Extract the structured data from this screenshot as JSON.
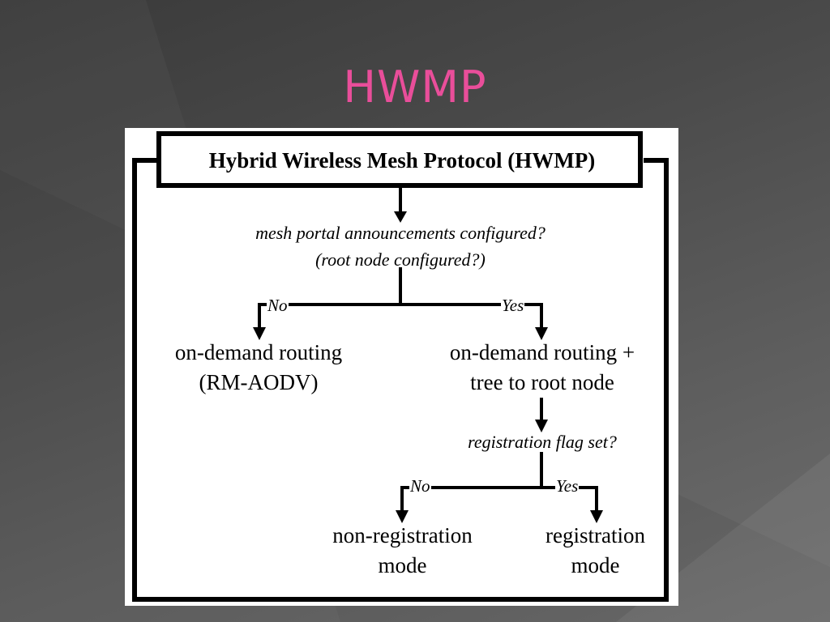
{
  "slide": {
    "title": "HWMP",
    "title_color": "#e94e9a"
  },
  "diagram": {
    "header": "Hybrid Wireless Mesh Protocol (HWMP)",
    "question_1": {
      "line1": "mesh portal announcements configured?",
      "line2": "(root node configured?)"
    },
    "branch_no_1": "No",
    "branch_yes_1": "Yes",
    "result_no_1": {
      "line1": "on-demand routing",
      "line2": "(RM-AODV)"
    },
    "result_yes_1": {
      "line1": "on-demand routing +",
      "line2": "tree to root node"
    },
    "question_2": "registration flag set?",
    "branch_no_2": "No",
    "branch_yes_2": "Yes",
    "result_no_2": {
      "line1": "non-registration",
      "line2": "mode"
    },
    "result_yes_2": {
      "line1": "registration",
      "line2": "mode"
    }
  }
}
